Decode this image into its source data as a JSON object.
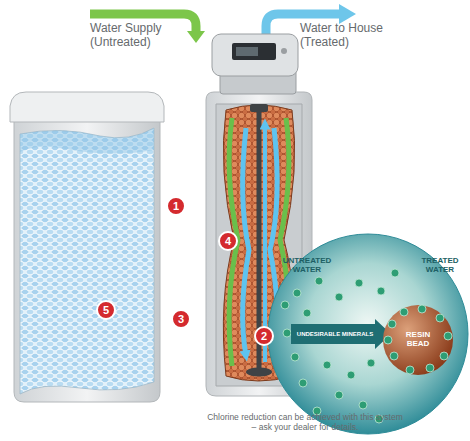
{
  "diagram": {
    "nodes": [
      {
        "text": [
          "1"
        ]
      },
      {
        "text": [
          "4"
        ]
      },
      {
        "text": [
          "UNTREATED WATER",
          "TREATED WATER"
        ]
      },
      {
        "text": [
          "UNDESIRABLE MINERALS"
        ],
        "in": 2
      },
      {
        "text": [
          "RESIN BEAD"
        ],
        "in": 2
      },
      {
        "text": [
          "5"
        ]
      },
      {
        "text": [
          "3"
        ]
      },
      {
        "text": [
          "2"
        ]
      }
    ],
    "labels": [
      "Water Supply (Untreated)",
      "Water to House (Treated)",
      "Chlorine reduction can be achieved with this system – ask your dealer for details."
    ]
  }
}
